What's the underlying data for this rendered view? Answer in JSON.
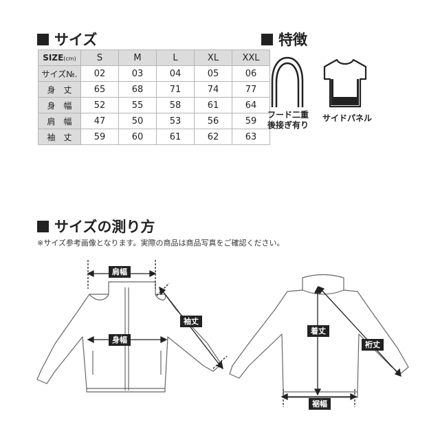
{
  "size_section": {
    "title": "サイズ",
    "table": {
      "header": {
        "label_main": "SIZE",
        "label_unit": "(cm)",
        "values": [
          "S",
          "M",
          "L",
          "XL",
          "XXL"
        ]
      },
      "rows": [
        {
          "label": "サイズ№.",
          "values": [
            "02",
            "03",
            "04",
            "05",
            "06"
          ]
        },
        {
          "label": "身　丈",
          "values": [
            "65",
            "68",
            "71",
            "74",
            "77"
          ]
        },
        {
          "label": "身　幅",
          "values": [
            "52",
            "55",
            "58",
            "61",
            "64"
          ]
        },
        {
          "label": "肩　幅",
          "values": [
            "47",
            "50",
            "53",
            "56",
            "59"
          ]
        },
        {
          "label": "袖　丈",
          "values": [
            "59",
            "60",
            "61",
            "62",
            "63"
          ]
        }
      ]
    }
  },
  "feature_section": {
    "title": "特徴",
    "items": [
      {
        "icon": "hood-icon",
        "line1": "フード二重",
        "line2": "後接ぎ有り"
      },
      {
        "icon": "side-panel-icon",
        "label": "サイドパネル"
      }
    ]
  },
  "measure_section": {
    "title": "サイズの測り方",
    "note": "※サイズ参考画像となります。実際の商品は商品写真をご確認ください。",
    "labels": {
      "shoulder": "肩幅",
      "body_width": "身幅",
      "sleeve": "袖丈",
      "length": "着丈",
      "yuki": "裄丈",
      "hem": "裾幅"
    }
  },
  "colors": {
    "text": "#222222",
    "table_header_bg": "#dcdcdc",
    "table_border": "#b5b5b5",
    "label_bg": "#222222",
    "label_text": "#ffffff"
  }
}
